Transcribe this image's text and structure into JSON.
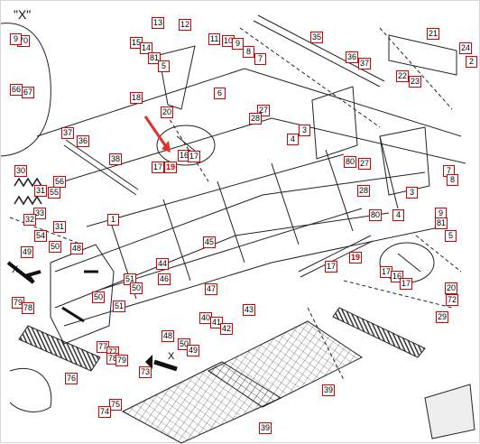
{
  "drawing": {
    "view_label": "\"X\"",
    "arrow_label": "X",
    "colors": {
      "callout_border": "#d40000",
      "highlight_text": "#c00000",
      "highlight_arrow": "#e0312b",
      "line": "#222222"
    }
  },
  "callouts": [
    {
      "id": "c70",
      "label": "70"
    },
    {
      "id": "c9a",
      "label": "9"
    },
    {
      "id": "c66",
      "label": "66"
    },
    {
      "id": "c67",
      "label": "67"
    },
    {
      "id": "c13",
      "label": "13"
    },
    {
      "id": "c12",
      "label": "12"
    },
    {
      "id": "c15",
      "label": "15"
    },
    {
      "id": "c14",
      "label": "14"
    },
    {
      "id": "c81a",
      "label": "81"
    },
    {
      "id": "c5a",
      "label": "5"
    },
    {
      "id": "c18",
      "label": "18"
    },
    {
      "id": "c11",
      "label": "11"
    },
    {
      "id": "c10",
      "label": "10"
    },
    {
      "id": "c9b",
      "label": "9"
    },
    {
      "id": "c8a",
      "label": "8"
    },
    {
      "id": "c7a",
      "label": "7"
    },
    {
      "id": "c6",
      "label": "6"
    },
    {
      "id": "c35",
      "label": "35"
    },
    {
      "id": "c21",
      "label": "21"
    },
    {
      "id": "c24",
      "label": "24"
    },
    {
      "id": "c2",
      "label": "2"
    },
    {
      "id": "c36",
      "label": "36"
    },
    {
      "id": "c37a",
      "label": "37"
    },
    {
      "id": "c22",
      "label": "22"
    },
    {
      "id": "c23",
      "label": "23"
    },
    {
      "id": "c20a",
      "label": "20"
    },
    {
      "id": "c27a",
      "label": "27"
    },
    {
      "id": "c28a",
      "label": "28"
    },
    {
      "id": "c3a",
      "label": "3"
    },
    {
      "id": "c4a",
      "label": "4"
    },
    {
      "id": "c19a",
      "label": "19",
      "hl": true
    },
    {
      "id": "c17a",
      "label": "17"
    },
    {
      "id": "c16a",
      "label": "16"
    },
    {
      "id": "c17b",
      "label": "17"
    },
    {
      "id": "c37b",
      "label": "37"
    },
    {
      "id": "c36b",
      "label": "36"
    },
    {
      "id": "c38",
      "label": "38"
    },
    {
      "id": "c30",
      "label": "30"
    },
    {
      "id": "c56",
      "label": "56"
    },
    {
      "id": "c55",
      "label": "55"
    },
    {
      "id": "c31a",
      "label": "31"
    },
    {
      "id": "c33",
      "label": "33"
    },
    {
      "id": "c32",
      "label": "32"
    },
    {
      "id": "c31b",
      "label": "31"
    },
    {
      "id": "c54",
      "label": "54"
    },
    {
      "id": "c1",
      "label": "1"
    },
    {
      "id": "c45",
      "label": "45"
    },
    {
      "id": "c80a",
      "label": "80"
    },
    {
      "id": "c27b",
      "label": "27"
    },
    {
      "id": "c28b",
      "label": "28"
    },
    {
      "id": "c7b",
      "label": "7"
    },
    {
      "id": "c8b",
      "label": "8"
    },
    {
      "id": "c3b",
      "label": "3"
    },
    {
      "id": "c4b",
      "label": "4"
    },
    {
      "id": "c80b",
      "label": "80"
    },
    {
      "id": "c9c",
      "label": "9"
    },
    {
      "id": "c81b",
      "label": "81"
    },
    {
      "id": "c5b",
      "label": "5"
    },
    {
      "id": "c49a",
      "label": "49"
    },
    {
      "id": "c50a",
      "label": "50"
    },
    {
      "id": "c48a",
      "label": "48"
    },
    {
      "id": "c44",
      "label": "44"
    },
    {
      "id": "c19b",
      "label": "19",
      "hl": true
    },
    {
      "id": "c17c",
      "label": "17"
    },
    {
      "id": "c17d",
      "label": "17"
    },
    {
      "id": "c16b",
      "label": "16"
    },
    {
      "id": "c17e",
      "label": "17"
    },
    {
      "id": "c20b",
      "label": "20"
    },
    {
      "id": "c72",
      "label": "72"
    },
    {
      "id": "c51a",
      "label": "51"
    },
    {
      "id": "c50b",
      "label": "50"
    },
    {
      "id": "c46",
      "label": "46"
    },
    {
      "id": "c47",
      "label": "47"
    },
    {
      "id": "c79a",
      "label": "79"
    },
    {
      "id": "c78a",
      "label": "78"
    },
    {
      "id": "c50c",
      "label": "50"
    },
    {
      "id": "c51b",
      "label": "51"
    },
    {
      "id": "c43",
      "label": "43"
    },
    {
      "id": "c40",
      "label": "40"
    },
    {
      "id": "c41",
      "label": "41"
    },
    {
      "id": "c42",
      "label": "42"
    },
    {
      "id": "c29",
      "label": "29"
    },
    {
      "id": "c48b",
      "label": "48"
    },
    {
      "id": "c50d",
      "label": "50"
    },
    {
      "id": "c49b",
      "label": "49"
    },
    {
      "id": "c77a",
      "label": "77"
    },
    {
      "id": "c77b",
      "label": "77"
    },
    {
      "id": "c78b",
      "label": "78"
    },
    {
      "id": "c79b",
      "label": "79"
    },
    {
      "id": "c73",
      "label": "73"
    },
    {
      "id": "c76",
      "label": "76"
    },
    {
      "id": "c75",
      "label": "75"
    },
    {
      "id": "c74",
      "label": "74"
    },
    {
      "id": "c39a",
      "label": "39"
    },
    {
      "id": "c39b",
      "label": "39"
    }
  ]
}
